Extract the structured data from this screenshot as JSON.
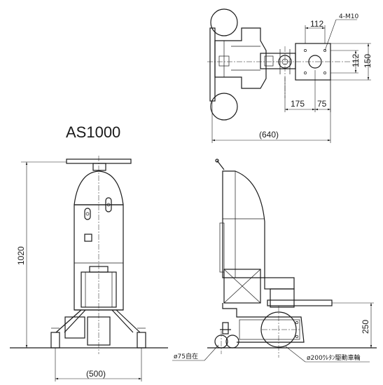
{
  "title": "AS1000",
  "top_view": {
    "dim_112_top": "112",
    "thread_label": "4-M10",
    "dim_112_side": "112",
    "dim_150": "150",
    "dim_175": "175",
    "dim_75": "75",
    "dim_640": "(640)"
  },
  "front_view": {
    "dim_height": "1020",
    "dim_width": "(500)"
  },
  "side_view": {
    "dim_250": "250",
    "caster_label": "ø75自在",
    "drive_wheel_label": "ø200ｳﾚﾀﾝ駆動車輪"
  }
}
